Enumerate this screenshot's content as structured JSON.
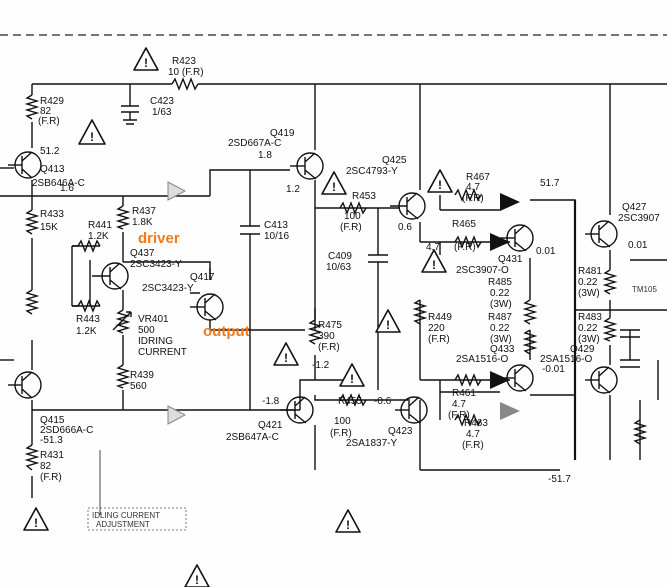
{
  "annotations": {
    "driver": "driver",
    "output": "output"
  },
  "notes": {
    "idling_adjust_1": "IDLING CURRENT",
    "idling_adjust_2": "ADJUSTMENT",
    "tm_ref": "TM105"
  },
  "voltages": {
    "v_51_2": "51.2",
    "v_1_6": "1.6",
    "v_1_8": "1.8",
    "v_1_2": "1.2",
    "v_0_6": "0.6",
    "v_51_7": "51.7",
    "v_0_01a": "0.01",
    "v_0_01b": "0.01",
    "v_m0_01": "-0.01",
    "v_m1_8": "-1.8",
    "v_m1_2": "-1.2",
    "v_m0_6": "-0.6",
    "v_m51_3": "-51.3",
    "v_m51_7": "-51.7"
  },
  "components": [
    {
      "id": "r423",
      "ref": "R423",
      "value": "10 (F.R)"
    },
    {
      "id": "c423",
      "ref": "C423",
      "value": "1/63"
    },
    {
      "id": "r429",
      "ref": "R429",
      "value": "82",
      "extra": "(F.R)"
    },
    {
      "id": "q413",
      "ref": "Q413",
      "value": "2SB646A-C"
    },
    {
      "id": "r433",
      "ref": "R433",
      "value": "15K"
    },
    {
      "id": "r437",
      "ref": "R437",
      "value": "1.8K"
    },
    {
      "id": "r441",
      "ref": "R441",
      "value": "1.2K"
    },
    {
      "id": "q437",
      "ref": "Q437",
      "value": "2SC3423-Y"
    },
    {
      "id": "q417",
      "ref": "Q417",
      "value": "2SC3423-Y"
    },
    {
      "id": "r443",
      "ref": "R443",
      "value": "1.2K"
    },
    {
      "id": "vr401",
      "ref": "VR401",
      "value": "500",
      "extra": "IDRING CURRENT"
    },
    {
      "id": "r439",
      "ref": "R439",
      "value": "560"
    },
    {
      "id": "q415",
      "ref": "Q415",
      "value": "2SD666A-C"
    },
    {
      "id": "r431",
      "ref": "R431",
      "value": "82",
      "extra": "(F.R)"
    },
    {
      "id": "q419",
      "ref": "Q419",
      "value": "2SD667A-C"
    },
    {
      "id": "c413",
      "ref": "C413",
      "value": "10/16"
    },
    {
      "id": "q421",
      "ref": "Q421",
      "value": "2SB647A-C"
    },
    {
      "id": "q425",
      "ref": "Q425",
      "value": "2SC4793-Y"
    },
    {
      "id": "r453",
      "ref": "R453",
      "value": "100",
      "extra": "(F.R)"
    },
    {
      "id": "c409",
      "ref": "C409",
      "value": "10/63"
    },
    {
      "id": "r475",
      "ref": "R475",
      "value": "390",
      "extra": "(F.R)"
    },
    {
      "id": "r455",
      "ref": "R455",
      "value": "100",
      "extra": "(F.R)"
    },
    {
      "id": "q423",
      "ref": "Q423",
      "value": "2SA1837-Y"
    },
    {
      "id": "r467",
      "ref": "R467",
      "value": "4.7",
      "extra": "(F.R)"
    },
    {
      "id": "r465",
      "ref": "R465",
      "value": "4.7",
      "extra": "(F.R)"
    },
    {
      "id": "q431",
      "ref": "Q431",
      "value": "2SC3907-O"
    },
    {
      "id": "r485",
      "ref": "R485",
      "value": "0.22",
      "extra": "(3W)"
    },
    {
      "id": "r449",
      "ref": "R449",
      "value": "220",
      "extra": "(F.R)"
    },
    {
      "id": "r487",
      "ref": "R487",
      "value": "0.22",
      "extra": "(3W)"
    },
    {
      "id": "q433",
      "ref": "Q433",
      "value": "2SA1516-O"
    },
    {
      "id": "r461",
      "ref": "R461",
      "value": "4.7",
      "extra": "(F.R)"
    },
    {
      "id": "r463",
      "ref": "R463",
      "value": "4.7",
      "extra": "(F.R)"
    },
    {
      "id": "q427",
      "ref": "Q427",
      "value": "2SC3907"
    },
    {
      "id": "r481",
      "ref": "R481",
      "value": "0.22",
      "extra": "(3W)"
    },
    {
      "id": "r483",
      "ref": "R483",
      "value": "0.22",
      "extra": "(3W)"
    },
    {
      "id": "q429",
      "ref": "Q429",
      "value": "2SA1516-O"
    }
  ],
  "colors": {
    "line": "#111111",
    "annotation": "#f07a1e",
    "background": "#fefefe"
  }
}
